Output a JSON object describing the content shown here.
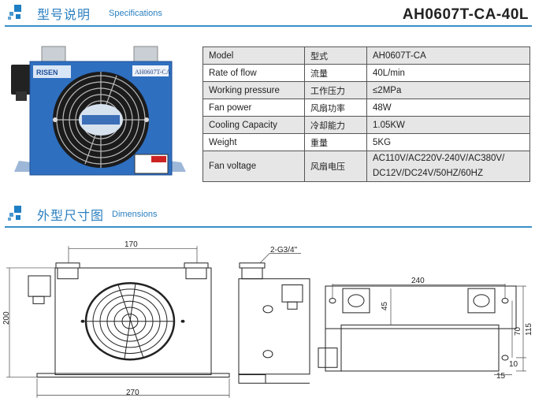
{
  "spec_section": {
    "title_cn": "型号说明",
    "title_en": "Specifications",
    "model_title": "AH0607T-CA-40L"
  },
  "product_photo": {
    "brand": "RISEN",
    "nameplate": "AH0607T-CA"
  },
  "spec_table": [
    {
      "en": "Model",
      "cn": "型式",
      "value": "AH0607T-CA"
    },
    {
      "en": "Rate of flow",
      "cn": "流量",
      "value": "40L/min"
    },
    {
      "en": "Working pressure",
      "cn": "工作压力",
      "value": "≤2MPa"
    },
    {
      "en": "Fan power",
      "cn": "风扇功率",
      "value": "48W"
    },
    {
      "en": "Cooling Capacity",
      "cn": "冷却能力",
      "value": "1.05KW"
    },
    {
      "en": "Weight",
      "cn": "重量",
      "value": "5KG"
    },
    {
      "en": "Fan voltage",
      "cn": "风扇电压",
      "value": "AC110V/AC220V-240V/AC380V/",
      "value2": "DC12V/DC24V/50HZ/60HZ"
    }
  ],
  "dim_section": {
    "title_cn": "外型尺寸图",
    "title_en": "Dimensions"
  },
  "dimensions": {
    "port_spacing": "170",
    "height": "200",
    "base_width": "270",
    "port_size": "2-G3/4\"",
    "top_length": "240",
    "d45": "45",
    "d70": "70",
    "d115": "115",
    "d10": "10",
    "d15": "15"
  },
  "colors": {
    "accent": "#2a7fc0",
    "body_blue": "#2f6fc0"
  }
}
